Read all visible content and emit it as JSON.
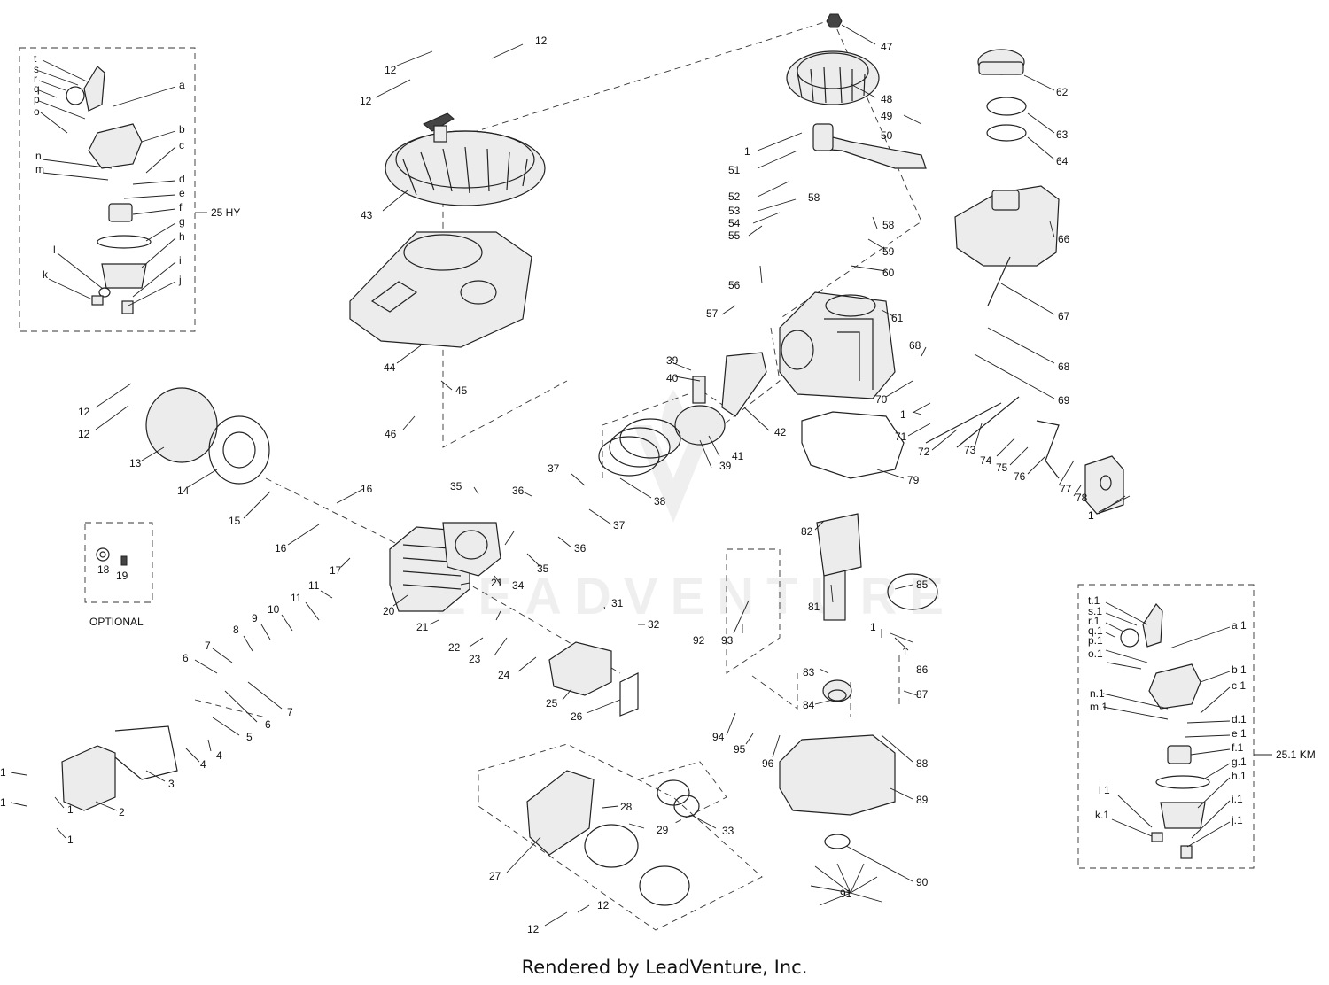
{
  "footer": "Rendered by LeadVenture, Inc.",
  "watermark": "LEADVENTURE",
  "groups": {
    "left_kit": "25 HY",
    "right_kit": "25.1 KM",
    "optional": "OPTIONAL"
  },
  "labels": {
    "k47": "47",
    "k48": "48",
    "k49": "49",
    "k50": "50",
    "k51": "51",
    "k52": "52",
    "k53": "53",
    "k54": "54",
    "k55": "55",
    "k56": "56",
    "k57": "57",
    "k58a": "58",
    "k58b": "58",
    "k59": "59",
    "k60": "60",
    "k61": "61",
    "k62": "62",
    "k63": "63",
    "k64": "64",
    "k66": "66",
    "k67": "67",
    "k68a": "68",
    "k68b": "68",
    "k69": "69",
    "k70": "70",
    "k71": "71",
    "k72": "72",
    "k73": "73",
    "k74": "74",
    "k75": "75",
    "k76": "76",
    "k77": "77",
    "k78": "78",
    "k79": "79",
    "k81": "81",
    "k82": "82",
    "k83": "83",
    "k84": "84",
    "k85": "85",
    "k86": "86",
    "k87": "87",
    "k88": "88",
    "k89": "89",
    "k90": "90",
    "k91": "91",
    "k92": "92",
    "k93": "93",
    "k94": "94",
    "k95": "95",
    "k96": "96",
    "k43": "43",
    "k44": "44",
    "k45": "45",
    "k46": "46",
    "k12a": "12",
    "k12b": "12",
    "k12c": "12",
    "k12d": "12",
    "k12e": "12",
    "k12f": "12",
    "k12g": "12",
    "k13": "13",
    "k14": "14",
    "k15": "15",
    "k16a": "16",
    "k16b": "16",
    "k17": "17",
    "k18": "18",
    "k19": "19",
    "k20": "20",
    "k21a": "21",
    "k21b": "21",
    "k22": "22",
    "k23": "23",
    "k24": "24",
    "k25": "25",
    "k26": "26",
    "k27": "27",
    "k28": "28",
    "k29": "29",
    "k31": "31",
    "k32": "32",
    "k33": "33",
    "k34": "34",
    "k35a": "35",
    "k35b": "35",
    "k36a": "36",
    "k36b": "36",
    "k37a": "37",
    "k37b": "37",
    "k38": "38",
    "k39a": "39",
    "k39b": "39",
    "k40": "40",
    "k41": "41",
    "k42": "42",
    "k1a": "1",
    "k1b": "1",
    "k1c": "1",
    "k1d": "1",
    "k1e": "1",
    "k1f": "1",
    "k1g": "1",
    "k1h": "1",
    "k1i": "1",
    "k1j": "1",
    "k2": "2",
    "k3": "3",
    "k4a": "4",
    "k4b": "4",
    "k5": "5",
    "k6a": "6",
    "k6b": "6",
    "k7a": "7",
    "k7b": "7",
    "k8": "8",
    "k9": "9",
    "k10": "10",
    "k11a": "11",
    "k11b": "11",
    "la": "a",
    "lb": "b",
    "lc": "c",
    "ld": "d",
    "le": "e",
    "lf": "f",
    "lg": "g",
    "lh": "h",
    "li": "i",
    "lj": "j",
    "lk": "k",
    "ll": "l",
    "lm": "m",
    "ln": "n",
    "lo": "o",
    "lp": "p",
    "lq": "q",
    "lr": "r",
    "ls": "s",
    "lt": "t",
    "ra": "a 1",
    "rb": "b 1",
    "rc": "c 1",
    "rd": "d.1",
    "re": "e 1",
    "rf": "f.1",
    "rg": "g.1",
    "rh": "h.1",
    "ri": "i.1",
    "rj": "j.1",
    "rk": "k.1",
    "rl": "l 1",
    "rm": "m.1",
    "rn": "n.1",
    "ro": "o.1",
    "rp": "p.1",
    "rq": "q.1",
    "rr": "r.1",
    "rs": "s.1",
    "rt": "t.1"
  }
}
